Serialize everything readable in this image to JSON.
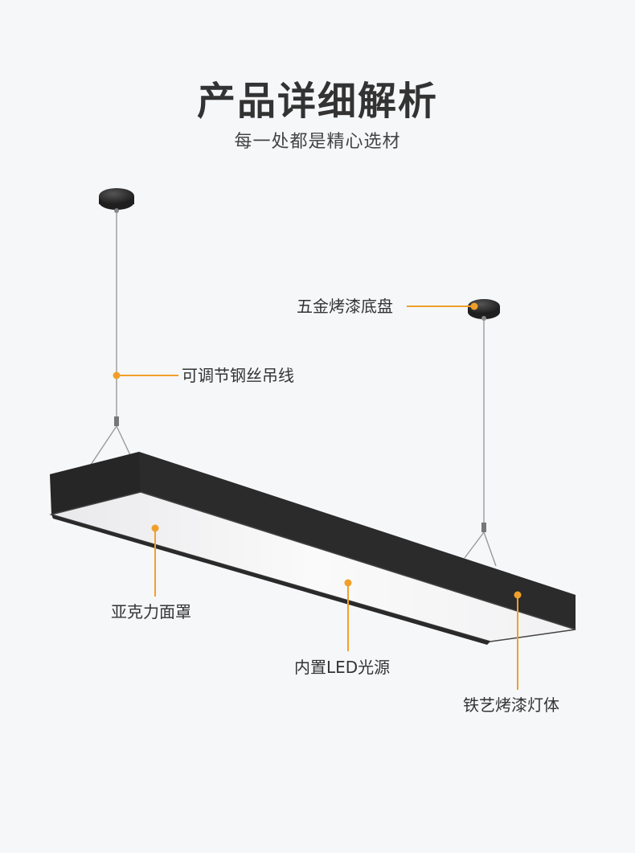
{
  "header": {
    "title": "产品详细解析",
    "subtitle": "每一处都是精心选材"
  },
  "callouts": {
    "hardware_base": "五金烤漆底盘",
    "steel_wire": "可调节钢丝吊线",
    "acrylic_cover": "亚克力面罩",
    "led_source": "内置LED光源",
    "iron_body": "铁艺烤漆灯体"
  },
  "colors": {
    "background": "#f6f7f9",
    "accent": "#f0a02a",
    "lamp_body": "#2a2a2a",
    "text": "#333333"
  }
}
